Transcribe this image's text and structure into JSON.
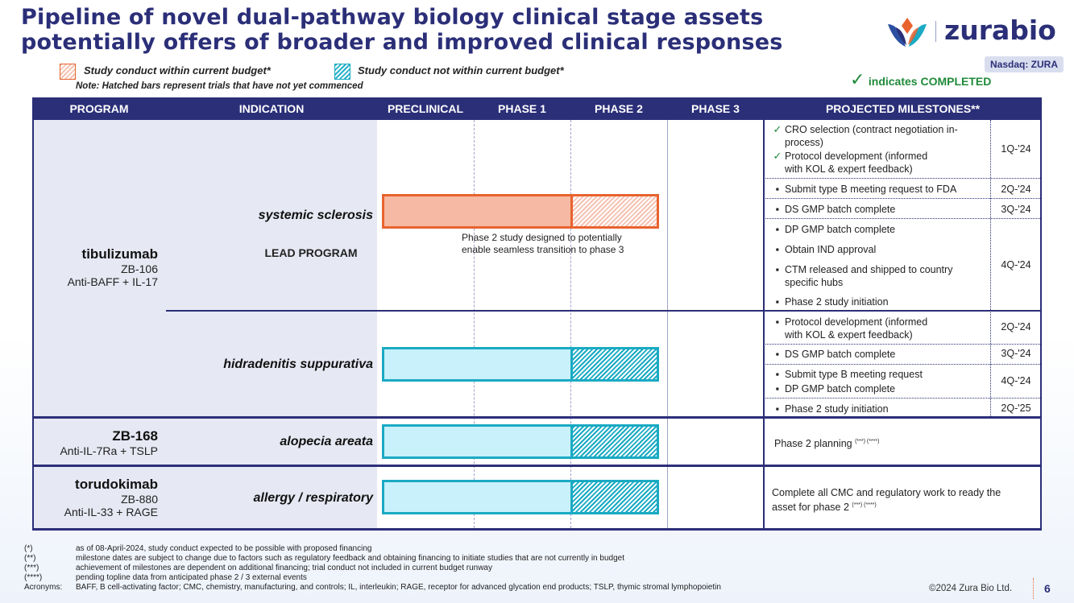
{
  "title": {
    "line1": "Pipeline of novel dual-pathway biology clinical stage assets",
    "line2": "potentially offers of broader and improved clinical responses"
  },
  "logo": {
    "text": "zurabio",
    "icon": "zurabio-flower-logo"
  },
  "nasdaq": "Nasdaq: ZURA",
  "completed_note": "indicates COMPLETED",
  "legend": {
    "within": "Study conduct within current budget*",
    "not_within": "Study conduct not within current budget*",
    "note": "Note:  Hatched bars represent trials that have not yet commenced"
  },
  "headers": [
    "PROGRAM",
    "INDICATION",
    "PRECLINICAL",
    "PHASE 1",
    "PHASE 2",
    "PHASE 3",
    "PROJECTED MILESTONES**"
  ],
  "programs": {
    "tibulizumab": {
      "name": "tibulizumab",
      "code": "ZB-106",
      "target": "Anti-BAFF + IL-17"
    },
    "zb168": {
      "name": "ZB-168",
      "target": "Anti-IL-7Ra + TSLP"
    },
    "torudokimab": {
      "name": "torudokimab",
      "code": "ZB-880",
      "target": "Anti-IL-33 + RAGE"
    }
  },
  "indications": {
    "ssc": "systemic sclerosis",
    "lead": "LEAD PROGRAM",
    "hs": "hidradenitis suppurativa",
    "aa": "alopecia areata",
    "allergy": "allergy / respiratory"
  },
  "bar_note": {
    "line1": "Phase 2 study designed to potentially",
    "line2": "enable seamless transition to phase 3"
  },
  "milestones": {
    "ssc": [
      {
        "text1": "CRO selection (contract negotiation in-",
        "text2": "process)",
        "done": true
      },
      {
        "text1": "Protocol development (informed",
        "text2": "with KOL & expert feedback)",
        "done": true
      },
      {
        "text1": "Submit type B meeting request to FDA",
        "done": false
      },
      {
        "text1": "DS GMP batch complete",
        "done": false
      },
      {
        "text1": "DP GMP batch complete",
        "done": false
      },
      {
        "text1": "Obtain IND approval",
        "done": false
      },
      {
        "text1": "CTM released and shipped to country",
        "text2": "specific hubs",
        "done": false
      },
      {
        "text1": "Phase 2 study initiation",
        "done": false
      }
    ],
    "ssc_quarters": [
      "1Q-'24",
      "2Q-'24",
      "3Q-'24",
      "4Q-'24"
    ],
    "hs": [
      {
        "text1": "Protocol development (informed",
        "text2": "with KOL & expert feedback)"
      },
      {
        "text1": "DS GMP batch complete"
      },
      {
        "text1": "Submit type B meeting request"
      },
      {
        "text1": "DP GMP batch complete"
      },
      {
        "text1": "Phase 2 study initiation"
      }
    ],
    "hs_quarters": [
      "2Q-'24",
      "3Q-'24",
      "4Q-'24",
      "2Q-'25"
    ],
    "aa": "Phase 2 planning",
    "aa_sup": "(***) (****)",
    "allergy1": "Complete all CMC and regulatory work to ready the",
    "allergy2": "asset for phase 2",
    "allergy_sup": "(***) (****)",
    "bullet": "▪"
  },
  "progress": {
    "ssc": {
      "solid_end": "Phase 2 start",
      "hatched": "Phase 2"
    },
    "hs": {
      "solid_end": "Phase 2 start",
      "hatched": "Phase 2"
    },
    "aa": {
      "solid_end": "Phase 2 start",
      "hatched": "Phase 2"
    },
    "allergy": {
      "solid_end": "Phase 2 start",
      "hatched": "Phase 2"
    }
  },
  "footnotes": [
    {
      "mark": "(*)",
      "text": "as of 08-April-2024, study conduct expected to be possible with proposed financing"
    },
    {
      "mark": "(**)",
      "text": "milestone dates are subject to change due to factors such as regulatory feedback and obtaining financing to initiate studies that are not currently in budget"
    },
    {
      "mark": "(***)",
      "text": "achievement of milestones are dependent on additional financing; trial conduct not included in current budget runway"
    },
    {
      "mark": "(****)",
      "text": "pending topline data from anticipated phase 2 / 3 external events"
    },
    {
      "mark": "Acronyms:",
      "text": "BAFF, B cell-activating factor; CMC, chemistry, manufacturing, and controls; IL, interleukin; RAGE, receptor for advanced glycation end products; TSLP, thymic stromal lymphopoietin"
    }
  ],
  "copyright": "©2024 Zura Bio Ltd.",
  "page_number": "6",
  "colors": {
    "navy": "#2b2f78",
    "orange": "#e8632e",
    "cyan": "#1aaac3",
    "green": "#1f8a3a"
  }
}
